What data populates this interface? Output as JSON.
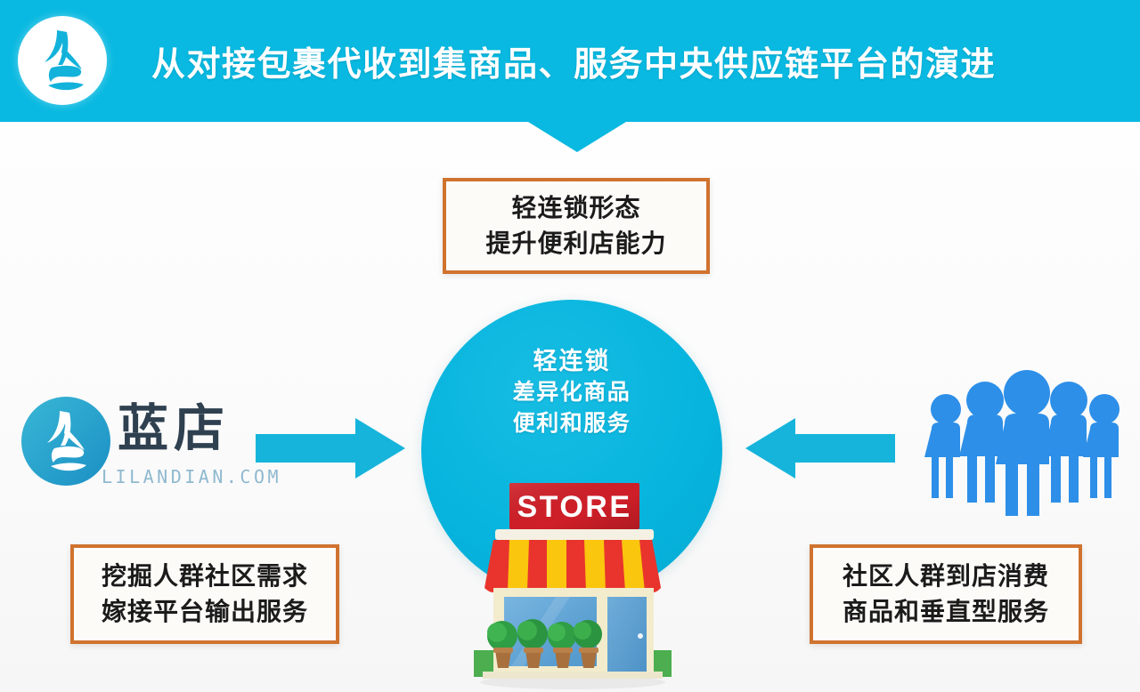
{
  "header": {
    "title": "从对接包裹代收到集商品、服务中央供应链平台的演进",
    "logo_icon": "landian-leaf-logo-icon",
    "background_color": "#09b9e1",
    "title_color": "#ffffff"
  },
  "callouts": {
    "top": {
      "line1": "轻连锁形态",
      "line2": "提升便利店能力",
      "border_color": "#d0732f"
    },
    "bottom_left": {
      "line1": "挖掘人群社区需求",
      "line2": "嫁接平台输出服务",
      "border_color": "#d0732f"
    },
    "bottom_right": {
      "line1": "社区人群到店消费",
      "line2": "商品和垂直型服务",
      "border_color": "#d0732f"
    }
  },
  "hub": {
    "line1": "轻连锁",
    "line2": "差异化商品",
    "line3": "便利和服务",
    "circle_color": "#06b4dd",
    "store_sign_text": "STORE",
    "store_sign_color": "#d42128",
    "awning_colors": [
      "#e0322c",
      "#f8c породы"
    ],
    "store_icon": "convenience-store-icon"
  },
  "brand": {
    "name": "蓝店",
    "url": "LILANDIAN.COM",
    "logo_icon": "landian-leaf-logo-icon",
    "name_color": "#2f4050",
    "url_color": "#8fb9cf"
  },
  "people": {
    "icon": "people-group-icon",
    "count": 5,
    "color": "#2d8fe8"
  },
  "arrows": {
    "left": {
      "icon": "arrow-right-icon",
      "direction": "right",
      "color": "#16b4db"
    },
    "right": {
      "icon": "arrow-left-icon",
      "direction": "left",
      "color": "#16b4db"
    }
  }
}
